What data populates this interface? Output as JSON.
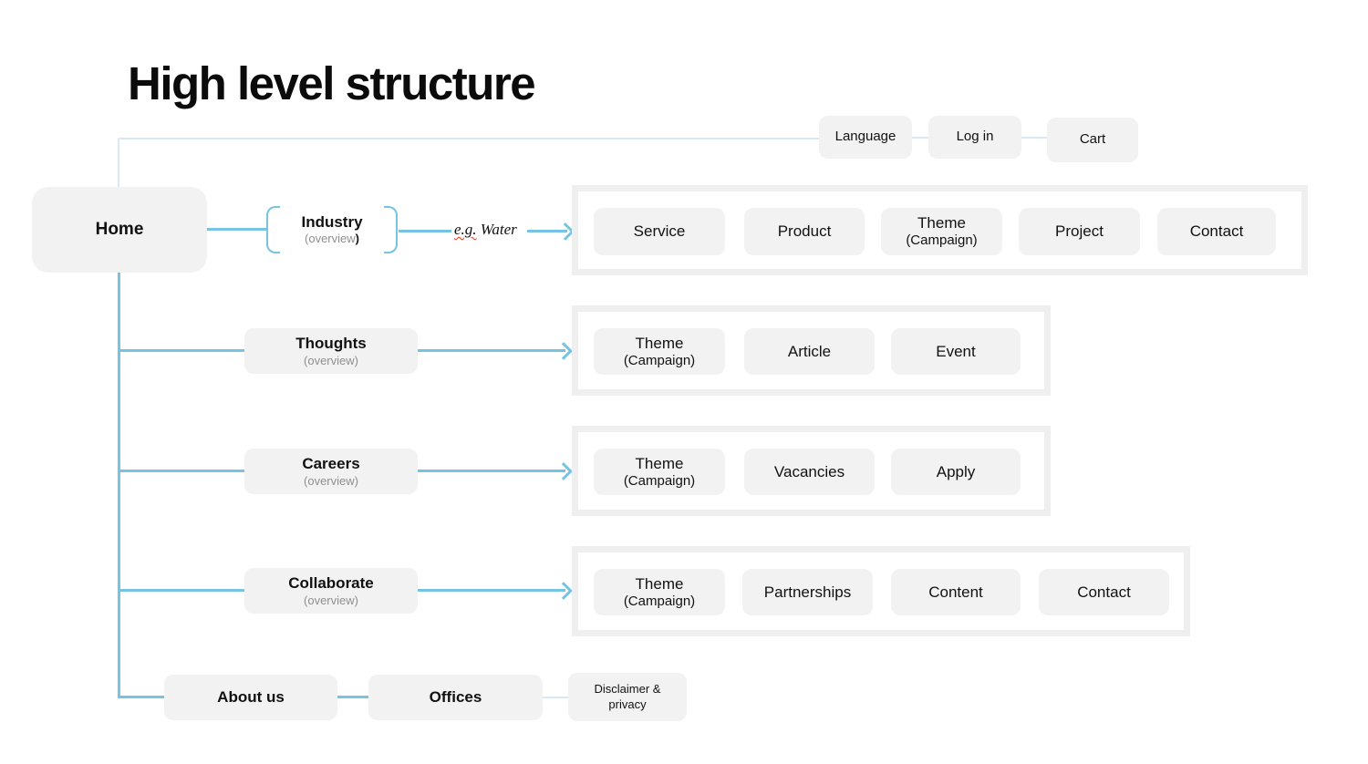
{
  "title": "High level structure",
  "top_nav": {
    "language": "Language",
    "login": "Log in",
    "cart": "Cart"
  },
  "home": {
    "label": "Home"
  },
  "industry": {
    "label": "Industry",
    "sublabel": "(overview",
    "sublabel_close": ")"
  },
  "annotation": {
    "example": "e.g.",
    "word": " Water"
  },
  "nav_rows": [
    {
      "label": "Thoughts",
      "sublabel": "(overview)"
    },
    {
      "label": "Careers",
      "sublabel": "(overview)"
    },
    {
      "label": "Collaborate",
      "sublabel": "(overview)"
    }
  ],
  "groups": [
    {
      "items": [
        {
          "l1": "Service"
        },
        {
          "l1": "Product"
        },
        {
          "l1": "Theme",
          "l2": "(Campaign)"
        },
        {
          "l1": "Project"
        },
        {
          "l1": "Contact"
        }
      ]
    },
    {
      "items": [
        {
          "l1": "Theme",
          "l2": "(Campaign)"
        },
        {
          "l1": "Article"
        },
        {
          "l1": "Event"
        }
      ]
    },
    {
      "items": [
        {
          "l1": "Theme",
          "l2": "(Campaign)"
        },
        {
          "l1": "Vacancies"
        },
        {
          "l1": "Apply"
        }
      ]
    },
    {
      "items": [
        {
          "l1": "Theme",
          "l2": "(Campaign)"
        },
        {
          "l1": "Partnerships"
        },
        {
          "l1": "Content"
        },
        {
          "l1": "Contact"
        }
      ]
    }
  ],
  "footer": {
    "about": "About us",
    "offices": "Offices",
    "disclaimer_l1": "Disclaimer &",
    "disclaimer_l2": "privacy"
  },
  "colors": {
    "line_strong": "#76c3e3",
    "line_pale": "#d7e9f5",
    "box_bg": "#f2f2f2",
    "frame_border": "#efefef",
    "muted_text": "#8f8f8f"
  }
}
